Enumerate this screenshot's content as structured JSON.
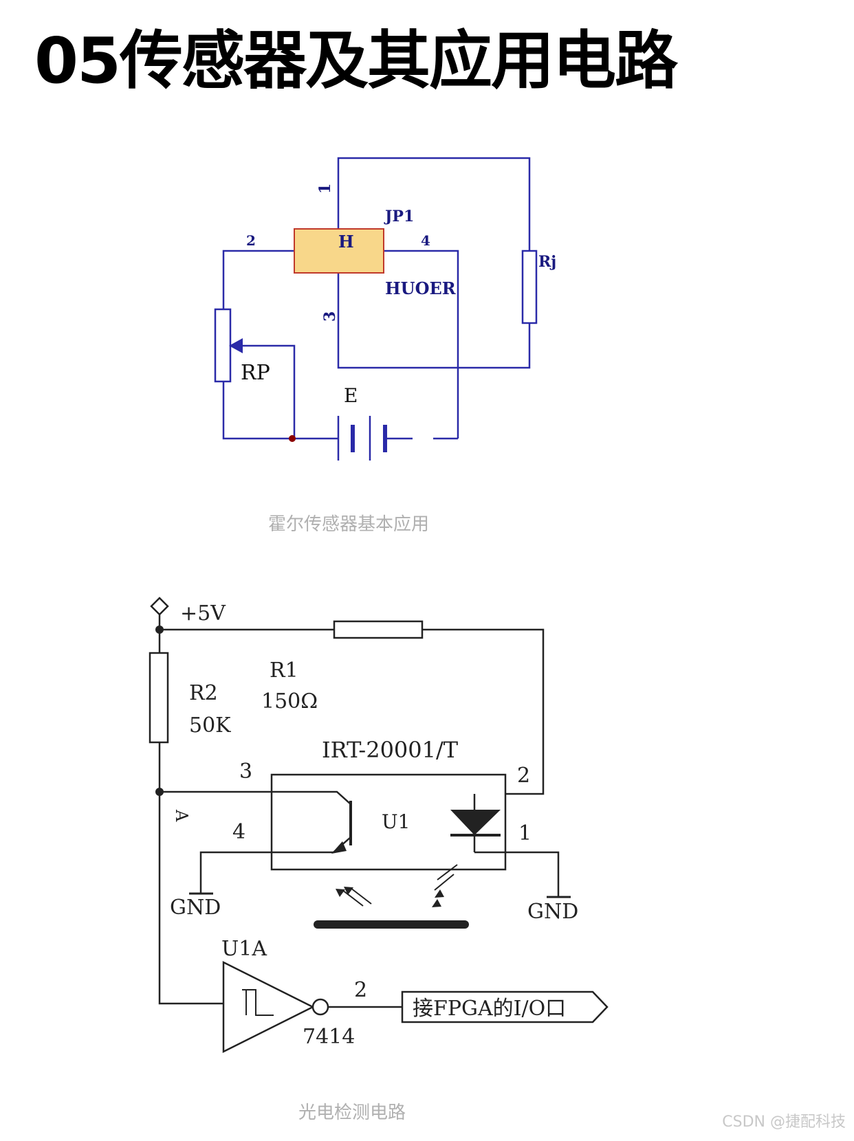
{
  "title": "05传感器及其应用电路",
  "hall_circuit": {
    "caption": "霍尔传感器基本应用",
    "labels": {
      "pin1": "1",
      "pin2": "2",
      "pin3": "3",
      "pin4": "4",
      "jp": "JP1",
      "sensor": "H",
      "sensor_name": "HUOER",
      "rj": "Rj",
      "rp": "RP",
      "battery": "E"
    },
    "colors": {
      "wire": "#2a2aa8",
      "sensor_fill": "#f8d78a",
      "sensor_border": "#c0392b",
      "label": "#1a1a80",
      "node": "#8b0000"
    }
  },
  "photo_circuit": {
    "caption": "光电检测电路",
    "labels": {
      "vcc": "+5V",
      "r1": "R1",
      "r1_value": "150Ω",
      "r2": "R2",
      "r2_value": "50K",
      "part": "IRT-20001/T",
      "pin3": "3",
      "pin2": "2",
      "pin4": "4",
      "pin1": "1",
      "u1": "U1",
      "node_a": "A",
      "gnd_left": "GND",
      "gnd_right": "GND",
      "u1a": "U1A",
      "out_pin": "2",
      "ic": "7414",
      "output": "接FPGA的I/O口"
    }
  },
  "watermark": "CSDN @捷配科技"
}
